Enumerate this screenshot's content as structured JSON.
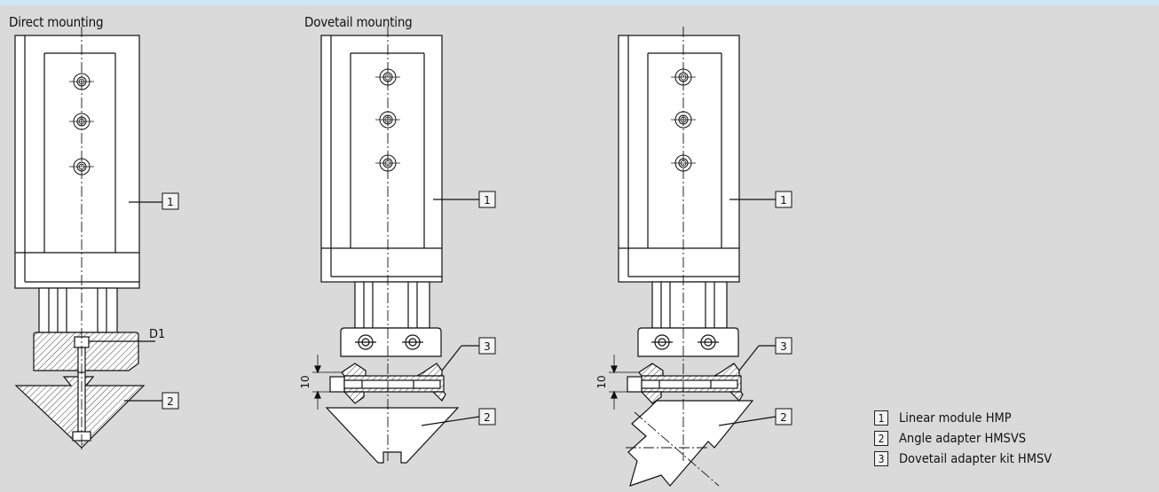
{
  "headings": {
    "direct": "Direct mounting",
    "dovetail": "Dovetail mounting"
  },
  "callouts": {
    "c1": "1",
    "c2": "2",
    "c3": "3",
    "d1": "D1",
    "dim10": "10"
  },
  "legend": [
    {
      "num": "1",
      "label": "Linear module HMP"
    },
    {
      "num": "2",
      "label": "Angle adapter HMSVS"
    },
    {
      "num": "3",
      "label": "Dovetail adapter kit HMSV"
    }
  ],
  "colors": {
    "background": "#dadada",
    "top_strip": "#cfe6f4",
    "part_fill": "#ffffff",
    "line": "#111111"
  }
}
